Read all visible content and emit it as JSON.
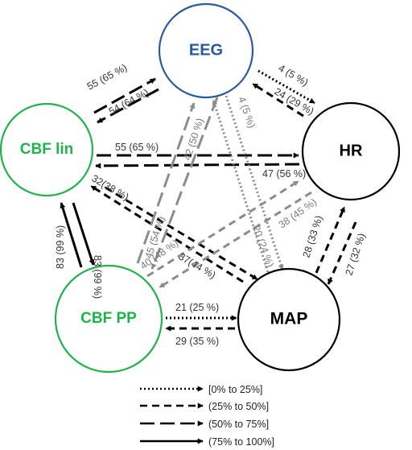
{
  "colors": {
    "black": "#000000",
    "gray": "#8c8c8c",
    "green": "#1fb34b",
    "blue": "#2a5a9c",
    "label_dark": "#333333",
    "label_gray": "#7a7a7a"
  },
  "nodes": {
    "eeg": "EEG",
    "hr": "HR",
    "cbf_lin": "CBF lin",
    "cbf_pp": "CBF PP",
    "map": "MAP"
  },
  "edge_labels": {
    "cbflin_to_eeg": "55 (65 %)",
    "eeg_to_cbflin": "54 (64 %)",
    "eeg_to_hr": "4 (5 %)",
    "hr_to_eeg": "24 (29 %)",
    "cbflin_to_hr": "55 (65 %)",
    "hr_to_cbflin": "47 (56 %)",
    "cbflin_to_map": "32(38 %)",
    "map_to_cbflin": "37(44 %)",
    "cbfpp_to_eeg": "45 (54 %)",
    "eeg_to_cbfpp": "42 (50 %)",
    "eeg_to_map": "4 (5 %)",
    "map_to_eeg": "20 (24 %)",
    "cbfpp_to_hr": "40 (48 %)",
    "hr_to_cbfpp": "38 (45 %)",
    "map_to_hr": "28 (33 %)",
    "hr_to_map": "27 (32 %)",
    "cbflin_to_cbfpp": "83 (99 %)",
    "cbfpp_to_cbflin": "83 (99 %)",
    "cbfpp_to_map": "21 (25 %)",
    "map_to_cbfpp": "29 (35 %)"
  },
  "legend": [
    {
      "style": "dotted",
      "label": "[0% to 25%]"
    },
    {
      "style": "short-dash",
      "label": "(25% to 50%]"
    },
    {
      "style": "long-dash",
      "label": "(50% to 75%]"
    },
    {
      "style": "solid",
      "label": "(75% to 100%]"
    }
  ]
}
